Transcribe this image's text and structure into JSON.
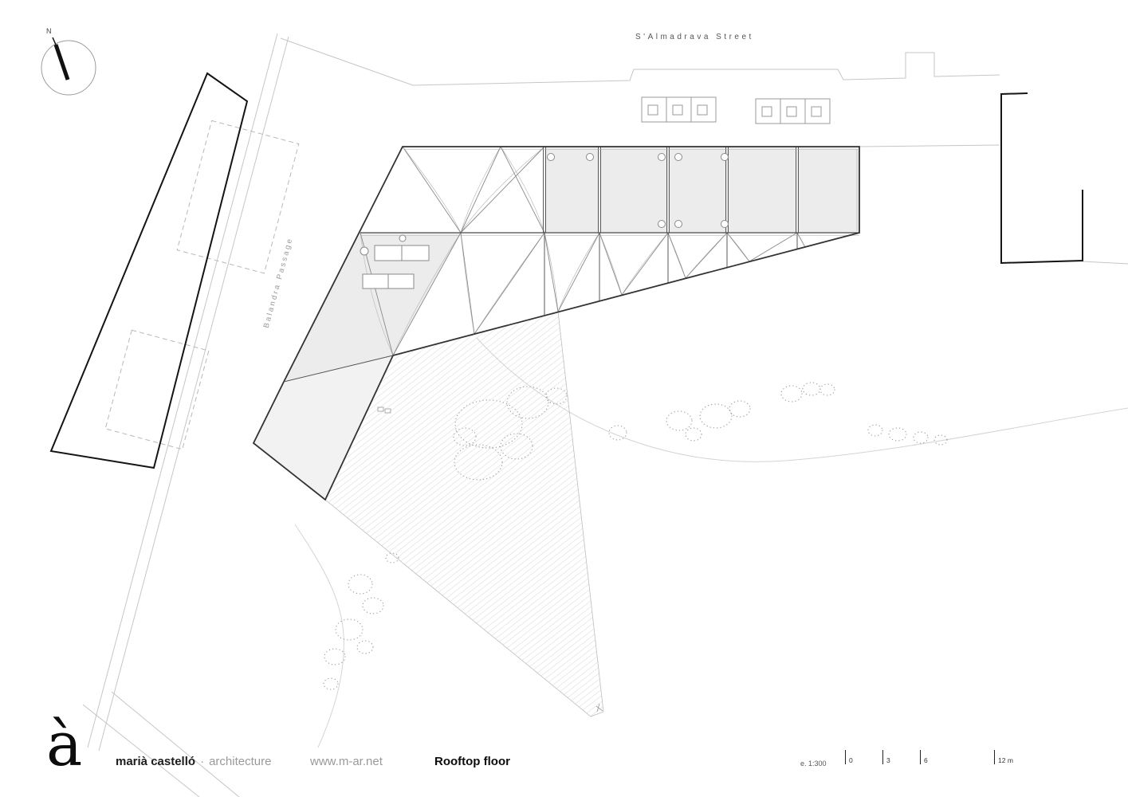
{
  "plan": {
    "north_label": "N",
    "streets": {
      "top": "S'Almadrava Street",
      "left": "Balandra Passage"
    }
  },
  "footer": {
    "logo": "à",
    "studio_name": "marià castelló",
    "separator": "·",
    "studio_type": "architecture",
    "website": "www.m-ar.net",
    "title": "Rooftop floor",
    "scale_label": "e. 1:300",
    "scale_ticks": [
      "0",
      "3",
      "6",
      "12 m"
    ]
  },
  "colors": {
    "roof_fill": "#ececec",
    "terrace_fill": "#f2f2f2",
    "outline": "#333333",
    "context_line": "#c6c6c6"
  }
}
